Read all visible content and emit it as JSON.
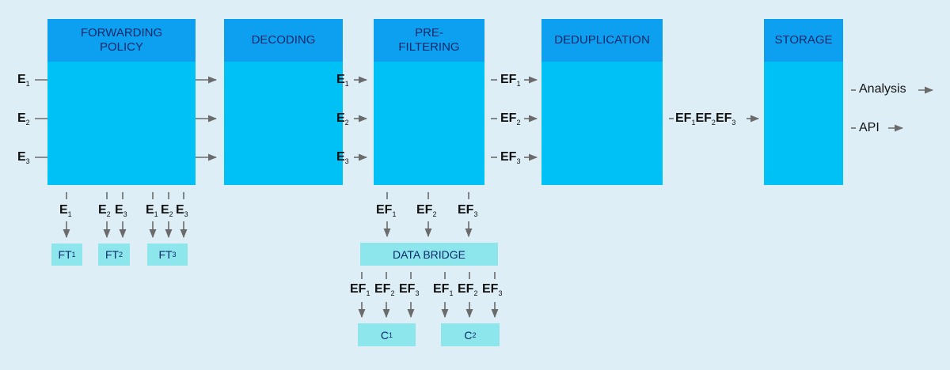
{
  "stages": {
    "forwarding_policy": "FORWARDING POLICY",
    "decoding": "DECODING",
    "pre_filtering": "PRE-FILTERING",
    "deduplication": "DEDUPLICATION",
    "storage": "STORAGE"
  },
  "inputs": [
    "E",
    "E",
    "E"
  ],
  "input_subs": [
    "1",
    "2",
    "3"
  ],
  "filtered_prefix": "EF",
  "forwarding_tables": [
    {
      "label": "FT",
      "sub": "1",
      "events": [
        "1"
      ]
    },
    {
      "label": "FT",
      "sub": "2",
      "events": [
        "2",
        "3"
      ]
    },
    {
      "label": "FT",
      "sub": "3",
      "events": [
        "1",
        "2",
        "3"
      ]
    }
  ],
  "data_bridge": "DATA BRIDGE",
  "consumers": [
    {
      "label": "C",
      "sub": "1"
    },
    {
      "label": "C",
      "sub": "2"
    }
  ],
  "outputs": [
    "Analysis",
    "API"
  ],
  "colors": {
    "background": "#ddeef6",
    "stage_body": "#00c1f6",
    "stage_header": "#0d9ff0",
    "box": "#8de6ec",
    "arrow": "#6b6b6b"
  }
}
